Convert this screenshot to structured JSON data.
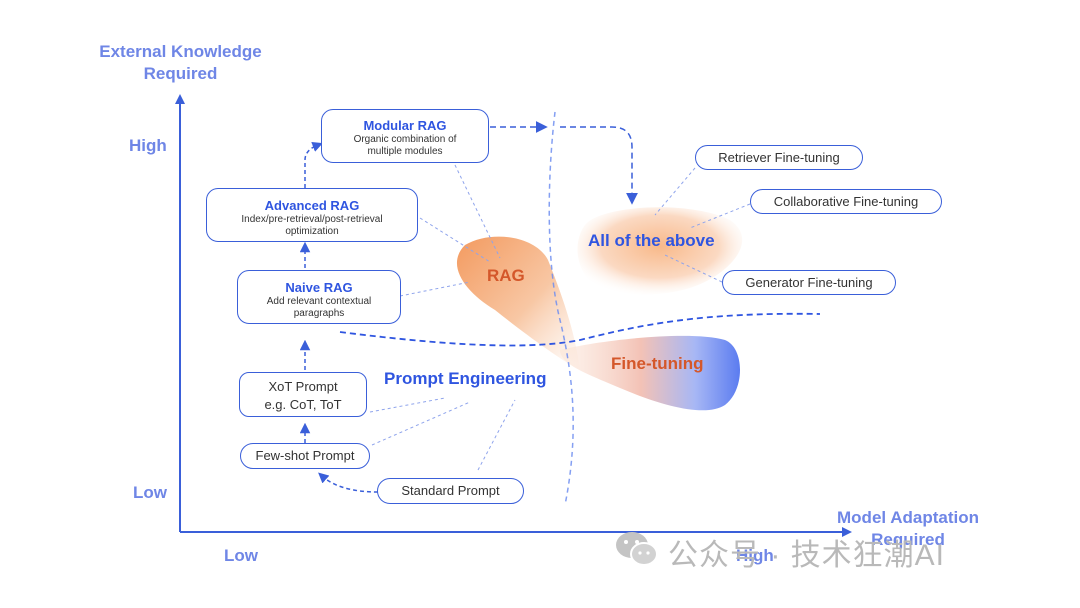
{
  "axes": {
    "y_title_line1": "External Knowledge",
    "y_title_line2": "Required",
    "y_high": "High",
    "y_low": "Low",
    "x_title_line1": "Model Adaptation",
    "x_title_line2": "Required",
    "x_low": "Low",
    "x_high": "High"
  },
  "boxes": {
    "modular": {
      "title": "Modular RAG",
      "desc_line1": "Organic combination of",
      "desc_line2": "multiple modules"
    },
    "advanced": {
      "title": "Advanced RAG",
      "desc_line1": "Index/pre-retrieval/post-retrieval",
      "desc_line2": "optimization"
    },
    "naive": {
      "title": "Naive RAG",
      "desc_line1": "Add relevant contextual",
      "desc_line2": "paragraphs"
    },
    "xot": {
      "line1": "XoT Prompt",
      "line2": "e.g. CoT, ToT"
    }
  },
  "pills": {
    "few_shot": "Few-shot Prompt",
    "standard": "Standard Prompt",
    "retriever_ft": "Retriever Fine-tuning",
    "collaborative_ft": "Collaborative Fine-tuning",
    "generator_ft": "Generator Fine-tuning"
  },
  "regions": {
    "rag": "RAG",
    "all": "All of the above",
    "fine_tuning": "Fine-tuning",
    "prompt_engineering": "Prompt Engineering"
  },
  "watermark": "公众号 · 技术狂潮AI",
  "colors": {
    "accent": "#2f55e0",
    "axis": "#3a5fd9",
    "orange": "#d4572a",
    "axis_label": "#6f86e6"
  }
}
